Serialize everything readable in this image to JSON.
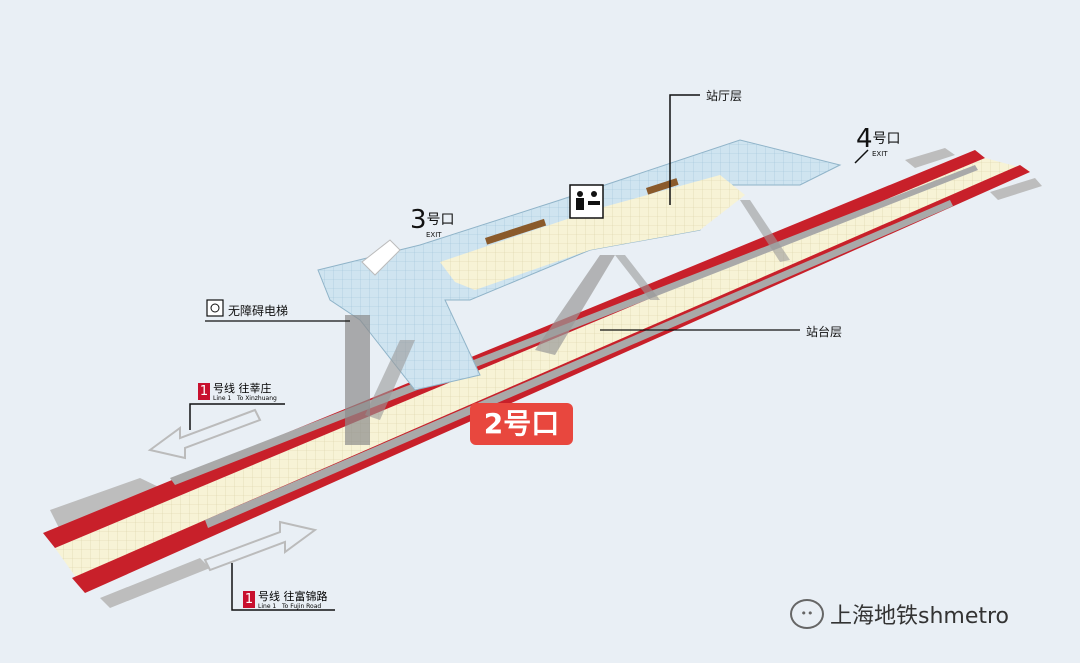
{
  "labels": {
    "concourse": "站厅层",
    "platform": "站台层",
    "accessible_elevator": "无障碍电梯"
  },
  "exits": [
    {
      "num": "3",
      "cn": "号口",
      "en": "EXIT"
    },
    {
      "num": "4",
      "cn": "号口",
      "en": "EXIT"
    }
  ],
  "highlight_exit": "2号口",
  "directions": [
    {
      "line": "1",
      "line_cn": "号线",
      "line_en": "Line 1",
      "to_cn": "往莘庄",
      "to_en": "To Xinzhuang"
    },
    {
      "line": "1",
      "line_cn": "号线",
      "line_en": "Line 1",
      "to_cn": "往富锦路",
      "to_en": "To Fujin Road"
    }
  ],
  "watermark": "上海地铁shmetro",
  "colors": {
    "track": "#c8202a",
    "platform": "#f7f3d6",
    "concourse_blue": "#cfe4f0",
    "badge": "#e8473e"
  }
}
